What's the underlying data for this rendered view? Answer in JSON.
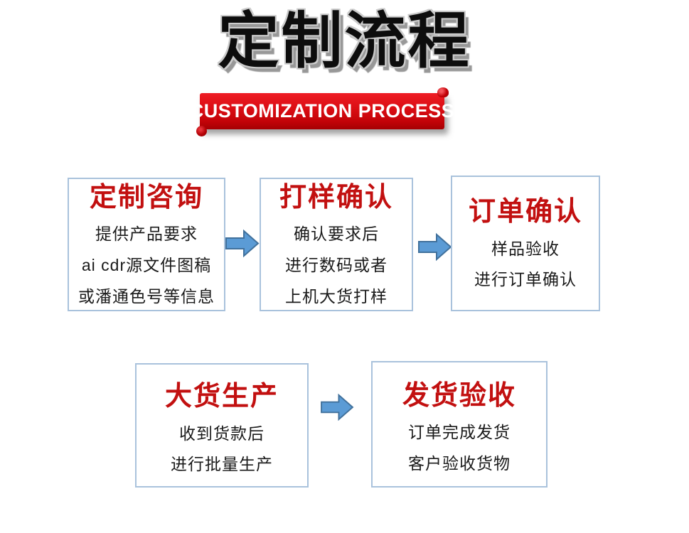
{
  "title": "定制流程",
  "banner": {
    "label": "CUSTOMIZATION PROCESS"
  },
  "steps": [
    {
      "title": "定制咨询",
      "lines": [
        "提供产品要求",
        "ai cdr源文件图稿",
        "或潘通色号等信息"
      ]
    },
    {
      "title": "打样确认",
      "lines": [
        "确认要求后",
        "进行数码或者",
        "上机大货打样"
      ]
    },
    {
      "title": "订单确认",
      "lines": [
        "样品验收",
        "进行订单确认"
      ]
    },
    {
      "title": "大货生产",
      "lines": [
        "收到货款后",
        "进行批量生产"
      ]
    },
    {
      "title": "发货验收",
      "lines": [
        "订单完成发货",
        "客户验收货物"
      ]
    }
  ],
  "colors": {
    "accent_red": "#c21010",
    "ribbon_red_top": "#ee1c24",
    "ribbon_red_bottom": "#a50003",
    "arrow_fill": "#5b9bd5",
    "arrow_stroke": "#41719c",
    "box_border": "#a9c2dc",
    "title_color": "#0d0d0d"
  }
}
